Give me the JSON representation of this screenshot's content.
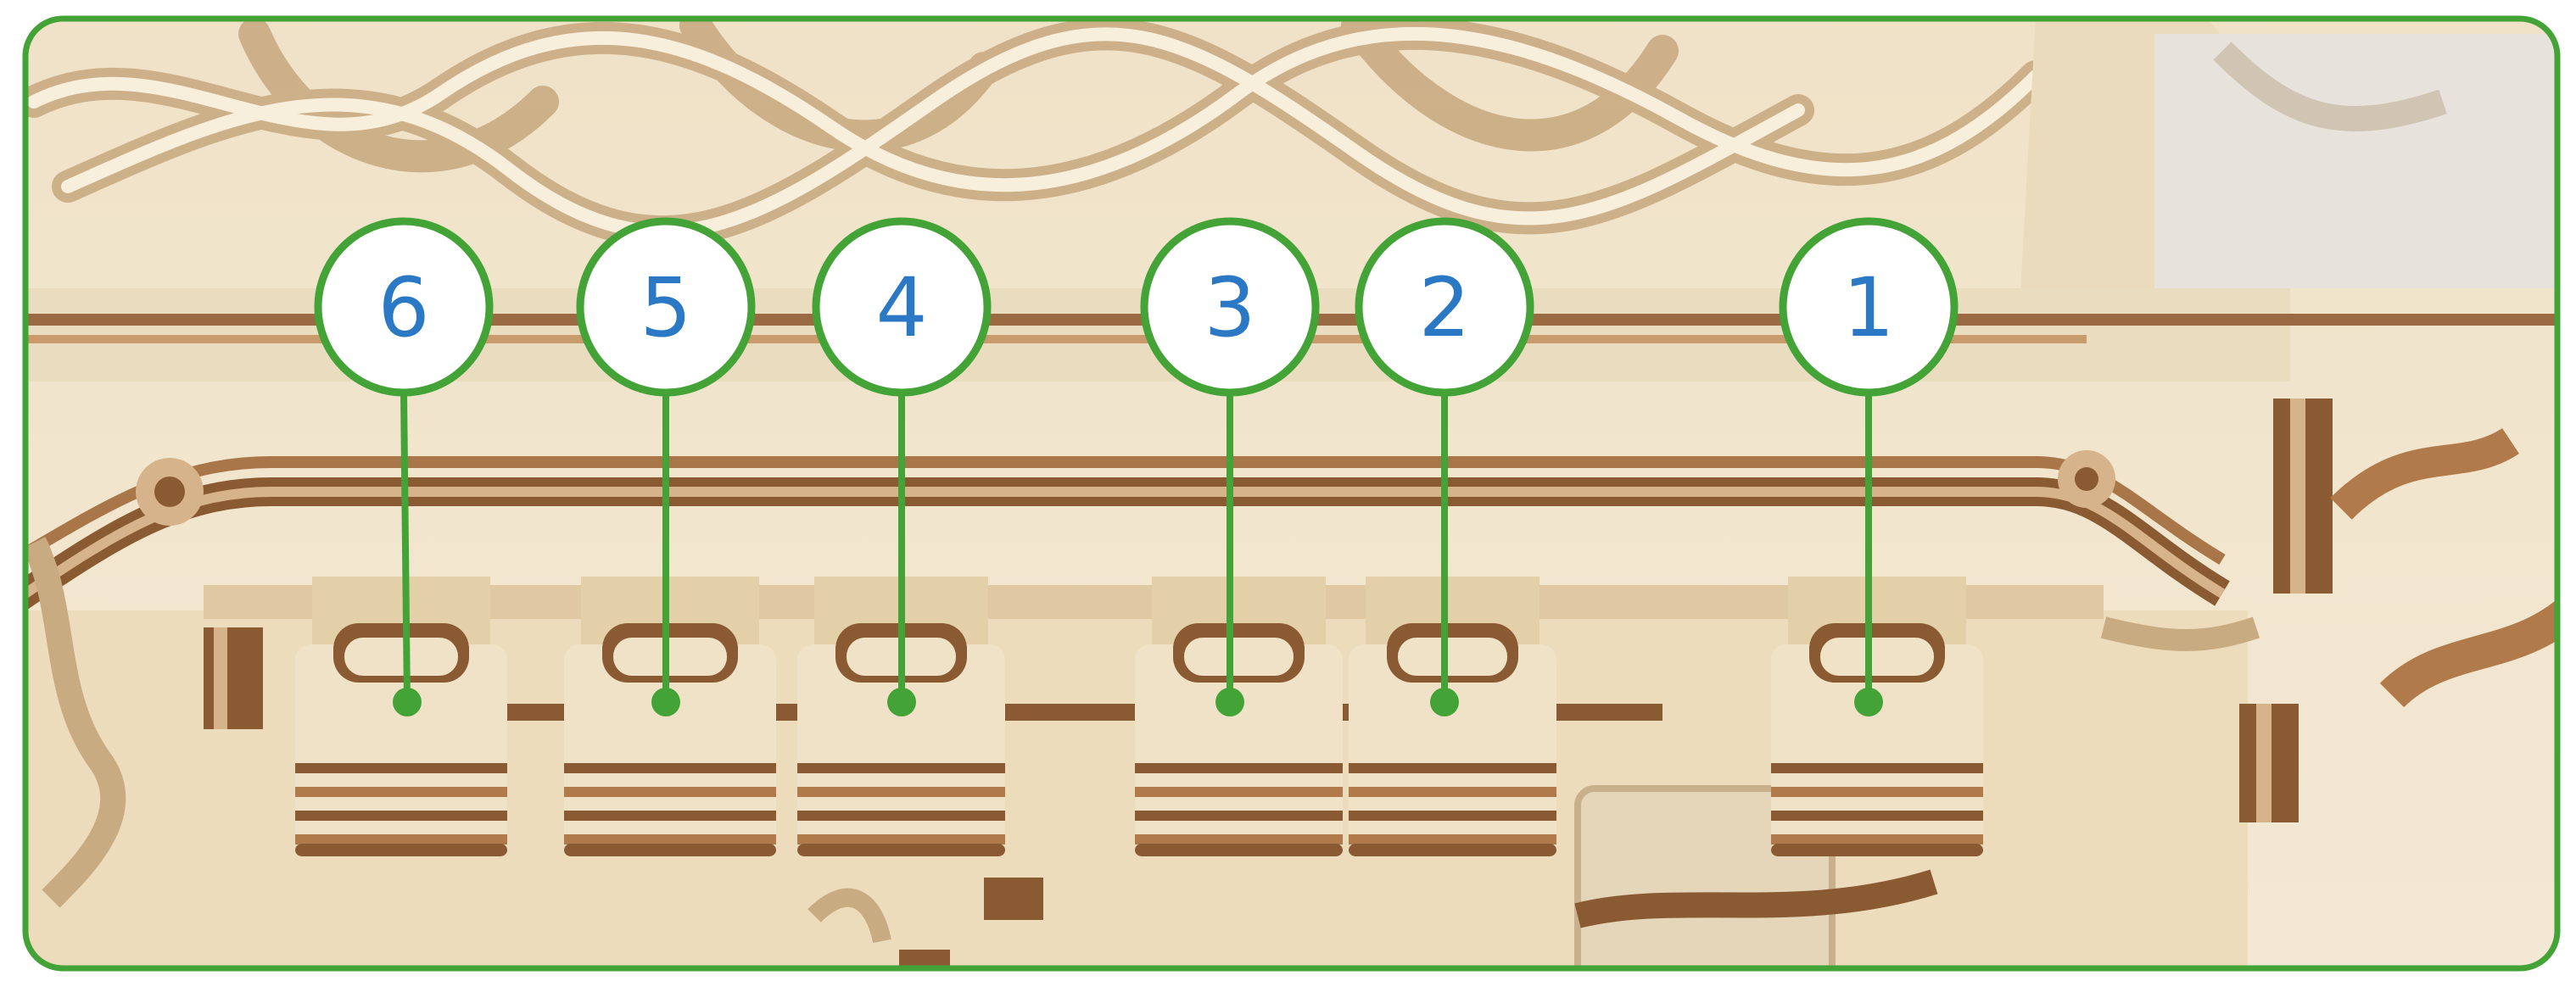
{
  "callouts": [
    {
      "id": "6",
      "label": "6"
    },
    {
      "id": "5",
      "label": "5"
    },
    {
      "id": "4",
      "label": "4"
    },
    {
      "id": "3",
      "label": "3"
    },
    {
      "id": "2",
      "label": "2"
    },
    {
      "id": "1",
      "label": "1"
    }
  ],
  "colors": {
    "frame": "#43a337",
    "callout_text": "#2b78c4",
    "wood_light": "#f0e2c6",
    "wood_mid": "#e3cfa8",
    "wood_dark": "#8a5a33",
    "wood_stripe": "#b07a4a"
  }
}
